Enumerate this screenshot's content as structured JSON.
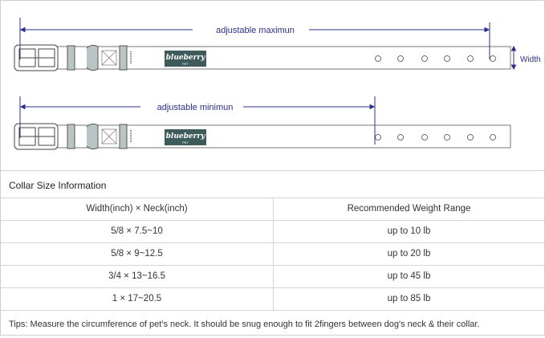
{
  "diagram": {
    "label_max": "adjustable maximun",
    "label_min": "adjustable minimun",
    "label_width": "Width",
    "brand": "blueberry",
    "brand_sub": "PET",
    "colors": {
      "arrow": "#2b2f8a",
      "logo": "#3f5a5a",
      "keeper": "#b9c4c4"
    }
  },
  "table": {
    "title": "Collar Size Information",
    "headers": [
      "Width(inch)  ×  Neck(inch)",
      "Recommended Weight Range"
    ],
    "rows": [
      [
        "5/8 × 7.5~10",
        "up to 10 lb"
      ],
      [
        "5/8 × 9~12.5",
        "up to 20 lb"
      ],
      [
        "3/4 × 13~16.5",
        "up to 45 lb"
      ],
      [
        "1 × 17~20.5",
        "up to 85 lb"
      ]
    ],
    "tips": "Tips: Measure the circumference of pet's neck. It should be snug enough to fit 2fingers between dog's neck & their collar."
  }
}
